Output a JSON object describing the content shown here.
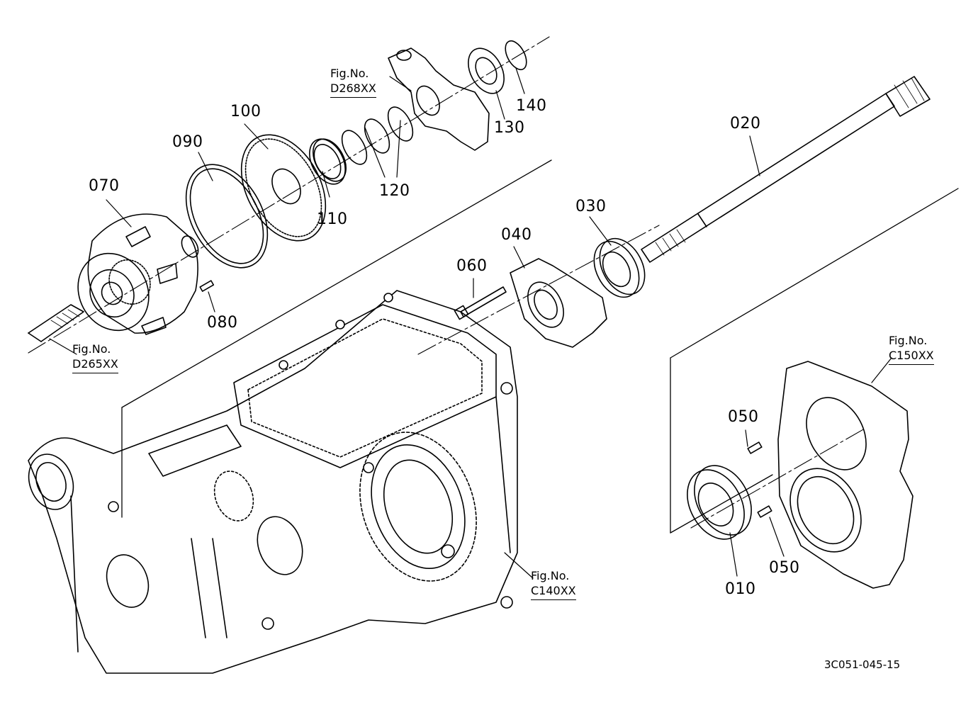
{
  "diagram": {
    "type": "exploded-parts-diagram",
    "line_color": "#000000",
    "background": "#ffffff",
    "document_number": "3C051-045-15",
    "fig_prefix": "Fig.No.",
    "fig_references": [
      {
        "id": "d268",
        "code": "D268XX"
      },
      {
        "id": "d265",
        "code": "D265XX"
      },
      {
        "id": "c150",
        "code": "C150XX"
      },
      {
        "id": "c140",
        "code": "C140XX"
      }
    ],
    "parts": [
      {
        "id": "p010",
        "number": "010"
      },
      {
        "id": "p020",
        "number": "020"
      },
      {
        "id": "p030",
        "number": "030"
      },
      {
        "id": "p040",
        "number": "040"
      },
      {
        "id": "p050a",
        "number": "050"
      },
      {
        "id": "p050b",
        "number": "050"
      },
      {
        "id": "p060",
        "number": "060"
      },
      {
        "id": "p070",
        "number": "070"
      },
      {
        "id": "p080",
        "number": "080"
      },
      {
        "id": "p090",
        "number": "090"
      },
      {
        "id": "p100",
        "number": "100"
      },
      {
        "id": "p110",
        "number": "110"
      },
      {
        "id": "p120",
        "number": "120"
      },
      {
        "id": "p130",
        "number": "130"
      },
      {
        "id": "p140",
        "number": "140"
      }
    ]
  }
}
